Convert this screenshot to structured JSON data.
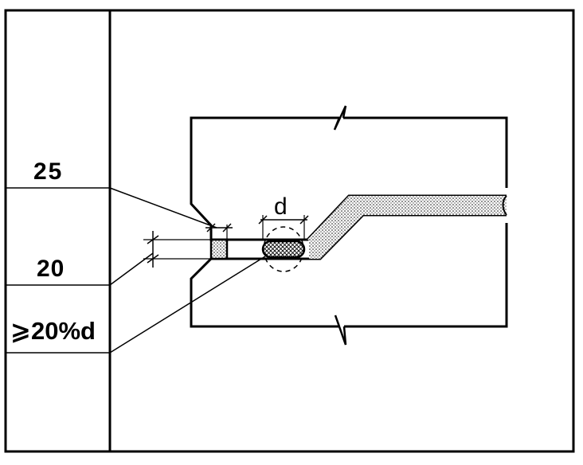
{
  "labels": {
    "dim_25": "25",
    "dim_20": "20",
    "dim_min": "⩾20%d",
    "dim_d": "d"
  },
  "colors": {
    "line": "#000000",
    "background": "#ffffff"
  }
}
